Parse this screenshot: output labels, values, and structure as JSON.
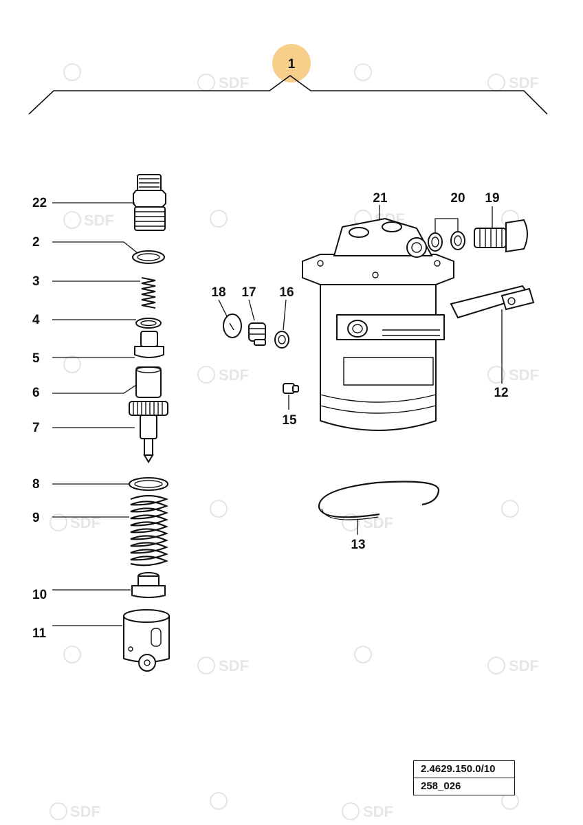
{
  "title_callout": "1",
  "highlight_color": "#f8cf8a",
  "watermark": "SDF",
  "callouts": {
    "c22": "22",
    "c2": "2",
    "c3": "3",
    "c4": "4",
    "c5": "5",
    "c6": "6",
    "c7": "7",
    "c8": "8",
    "c9": "9",
    "c10": "10",
    "c11": "11",
    "c12": "12",
    "c13": "13",
    "c15": "15",
    "c16": "16",
    "c17": "17",
    "c18": "18",
    "c19": "19",
    "c20": "20",
    "c21": "21"
  },
  "reference": {
    "drawing_number": "2.4629.150.0/10",
    "sheet_code": "258_026"
  }
}
